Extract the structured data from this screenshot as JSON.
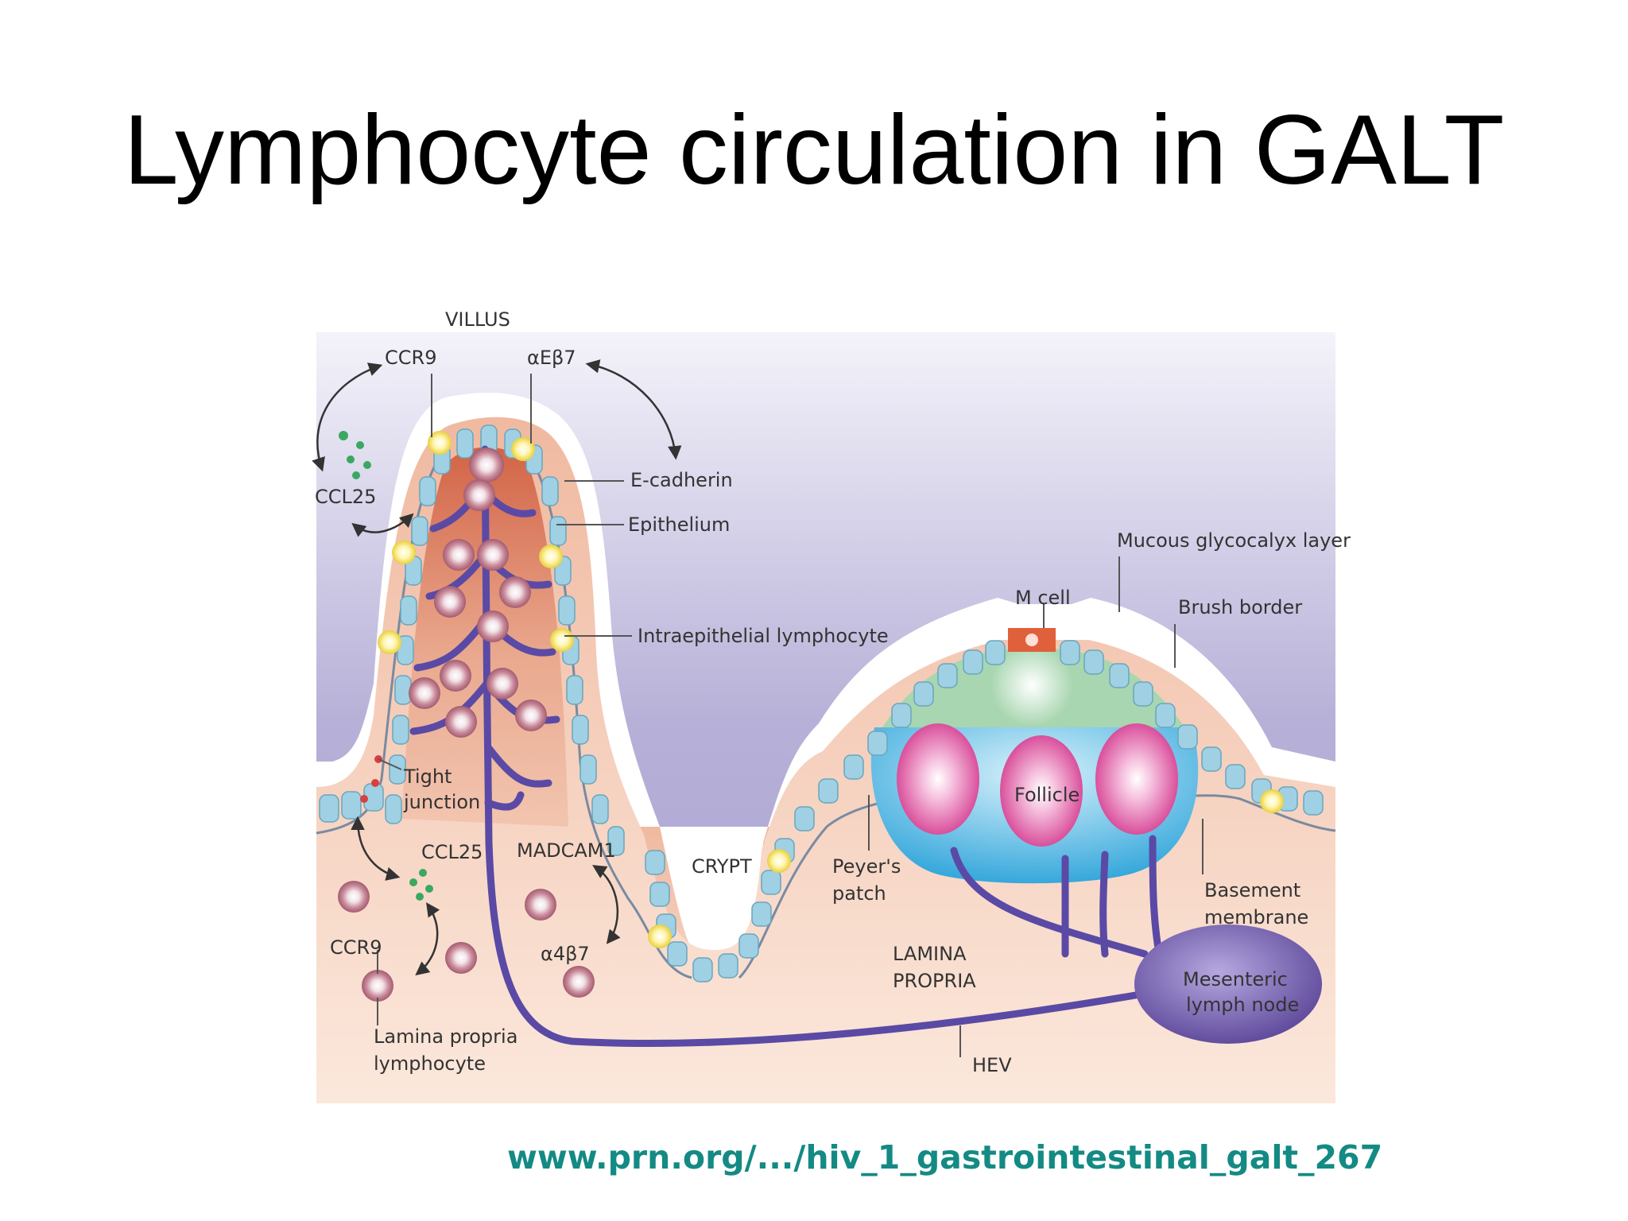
{
  "title": "Lymphocyte circulation in GALT",
  "source": "www.prn.org/.../hiv_1_gastrointestinal_galt_267",
  "labels": {
    "villus": "VILLUS",
    "ccr9_top": "CCR9",
    "aeb7": "αEβ7",
    "ccl25_top": "CCL25",
    "e_cadherin": "E-cadherin",
    "epithelium": "Epithelium",
    "iel": "Intraepithelial lymphocyte",
    "mucous": "Mucous glycocalyx layer",
    "m_cell": "M cell",
    "brush_border": "Brush border",
    "tight_1": "Tight",
    "tight_2": "junction",
    "ccl25_bottom": "CCL25",
    "madcam1": "MADCAM1",
    "crypt": "CRYPT",
    "peyers_1": "Peyer's",
    "peyers_2": "patch",
    "follicle": "Follicle",
    "basement_1": "Basement",
    "basement_2": "membrane",
    "ccr9_bottom": "CCR9",
    "a4b7": "α4β7",
    "lamina_1": "LAMINA",
    "lamina_2": "PROPRIA",
    "mln_1": "Mesenteric",
    "mln_2": "lymph node",
    "lpl_1": "Lamina propria",
    "lpl_2": "lymphocyte",
    "hev": "HEV"
  },
  "colors": {
    "vessel": "#5a4aa5",
    "epithelial_cell": "#9fd0e3",
    "nucleus": "#1f8a93",
    "iel": "#fff39a",
    "follicle": "#e879b4",
    "dome": "#9fd0a8",
    "lymph_node": "#6b55a8",
    "chemokine": "#3aa860",
    "source_text": "#148a84"
  }
}
